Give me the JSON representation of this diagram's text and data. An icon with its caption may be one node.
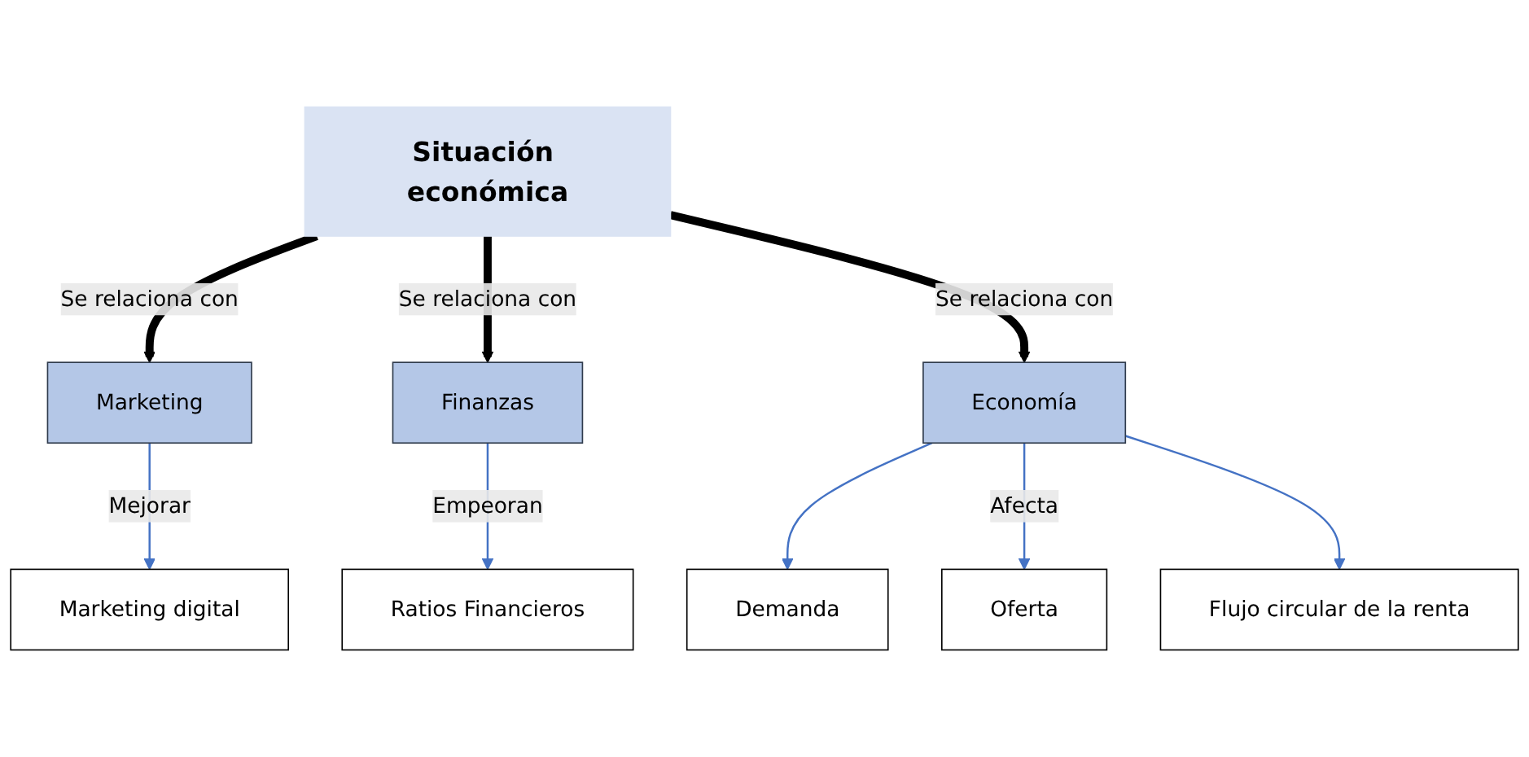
{
  "diagram": {
    "nodes": [
      {
        "text": [
          "Situación económica"
        ]
      },
      {
        "text": [
          "Marketing"
        ]
      },
      {
        "text": [
          "Finanzas"
        ]
      },
      {
        "text": [
          "Economía"
        ]
      },
      {
        "text": [
          "Marketing digital"
        ]
      },
      {
        "text": [
          "Ratios Financieros"
        ]
      },
      {
        "text": [
          "Demanda"
        ]
      },
      {
        "text": [
          "Oferta"
        ]
      },
      {
        "text": [
          "Flujo circular de la renta"
        ]
      }
    ],
    "edges": [
      {
        "from": 0,
        "to": 1,
        "arrow": "to",
        "label": "Se relaciona con",
        "style": "thick",
        "color": "#000000"
      },
      {
        "from": 0,
        "to": 2,
        "arrow": "to",
        "label": "Se relaciona con",
        "style": "thick",
        "color": "#000000"
      },
      {
        "from": 0,
        "to": 3,
        "arrow": "to",
        "label": "Se relaciona con",
        "style": "thick",
        "color": "#000000"
      },
      {
        "from": 1,
        "to": 4,
        "arrow": "to",
        "label": "Mejorar"
      },
      {
        "from": 2,
        "to": 5,
        "arrow": "to",
        "label": "Empeoran"
      },
      {
        "from": 3,
        "to": 6,
        "arrow": "to"
      },
      {
        "from": 3,
        "to": 7,
        "arrow": "to",
        "label": "Afecta"
      },
      {
        "from": 3,
        "to": 8,
        "arrow": "to"
      }
    ]
  }
}
